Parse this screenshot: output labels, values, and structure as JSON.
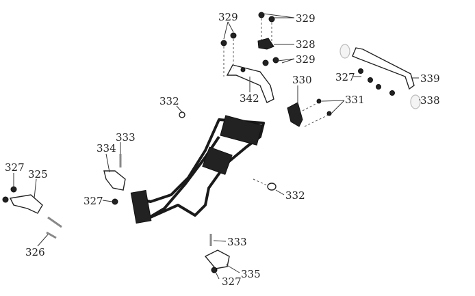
{
  "parts": {
    "p329a": "329",
    "p329b": "329",
    "p328": "328",
    "p329c": "329",
    "p330": "330",
    "p327a": "327",
    "p339": "339",
    "p331": "331",
    "p338": "338",
    "p342": "342",
    "p332a": "332",
    "p333a": "333",
    "p334": "334",
    "p327b": "327",
    "p325": "325",
    "p327c": "327",
    "p332b": "332",
    "p326": "326",
    "p333b": "333",
    "p335": "335",
    "p327d": "327"
  }
}
